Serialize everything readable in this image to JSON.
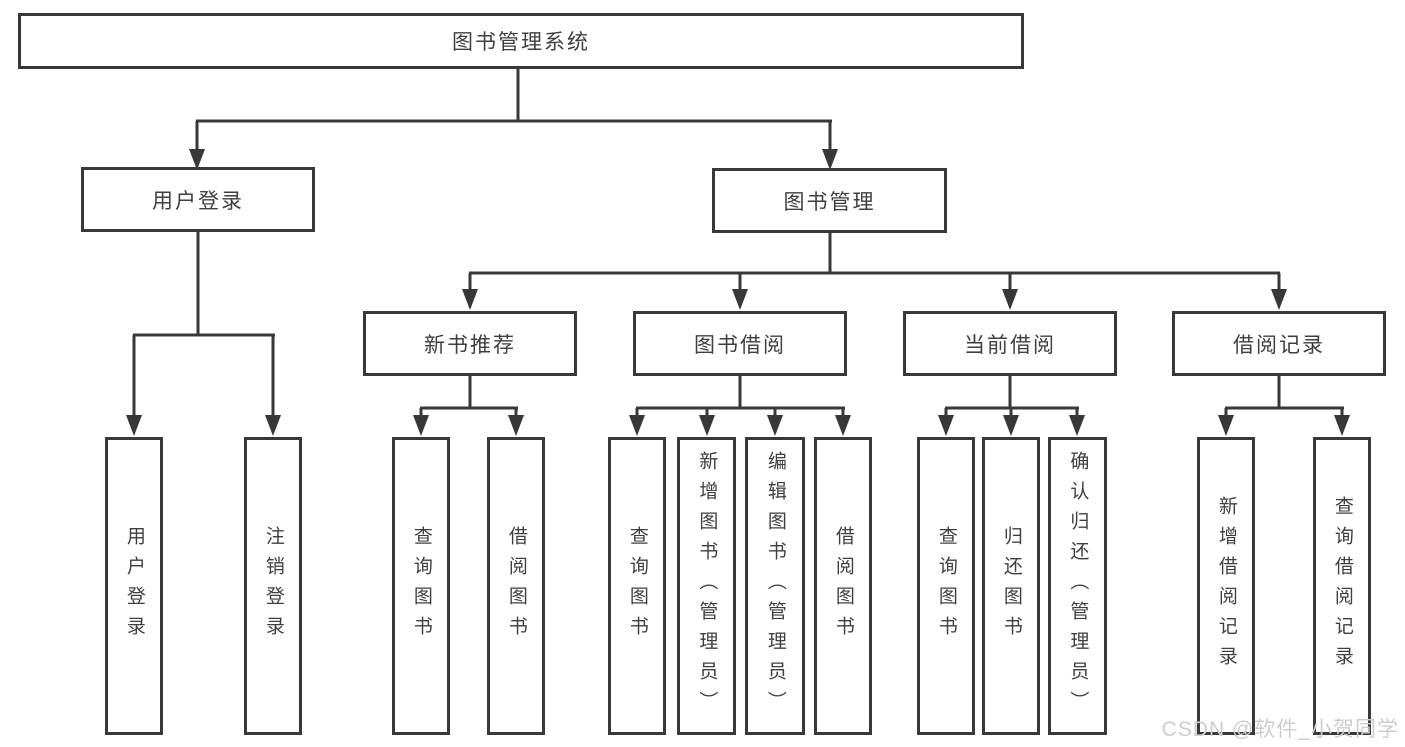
{
  "diagram": {
    "tree": {
      "label": "图书管理系统",
      "children": [
        {
          "label": "用户登录",
          "children": [
            {
              "label": "用户登录"
            },
            {
              "label": "注销登录"
            }
          ]
        },
        {
          "label": "图书管理",
          "children": [
            {
              "label": "新书推荐",
              "children": [
                {
                  "label": "查询图书"
                },
                {
                  "label": "借阅图书"
                }
              ]
            },
            {
              "label": "图书借阅",
              "children": [
                {
                  "label": "查询图书"
                },
                {
                  "label": "新增图书（管理员）"
                },
                {
                  "label": "编辑图书（管理员）"
                },
                {
                  "label": "借阅图书"
                }
              ]
            },
            {
              "label": "当前借阅",
              "children": [
                {
                  "label": "查询图书"
                },
                {
                  "label": "归还图书"
                },
                {
                  "label": "确认归还（管理员）"
                }
              ]
            },
            {
              "label": "借阅记录",
              "children": [
                {
                  "label": "新增借阅记录"
                },
                {
                  "label": "查询借阅记录"
                }
              ]
            }
          ]
        }
      ]
    },
    "colors": {
      "background": "#ffffff",
      "line": "#383838",
      "box_border": "#383838",
      "text": "#3f3f3f",
      "watermark": "#cdcdcd"
    }
  },
  "watermark": {
    "text": "CSDN @软件_小贺同学"
  }
}
